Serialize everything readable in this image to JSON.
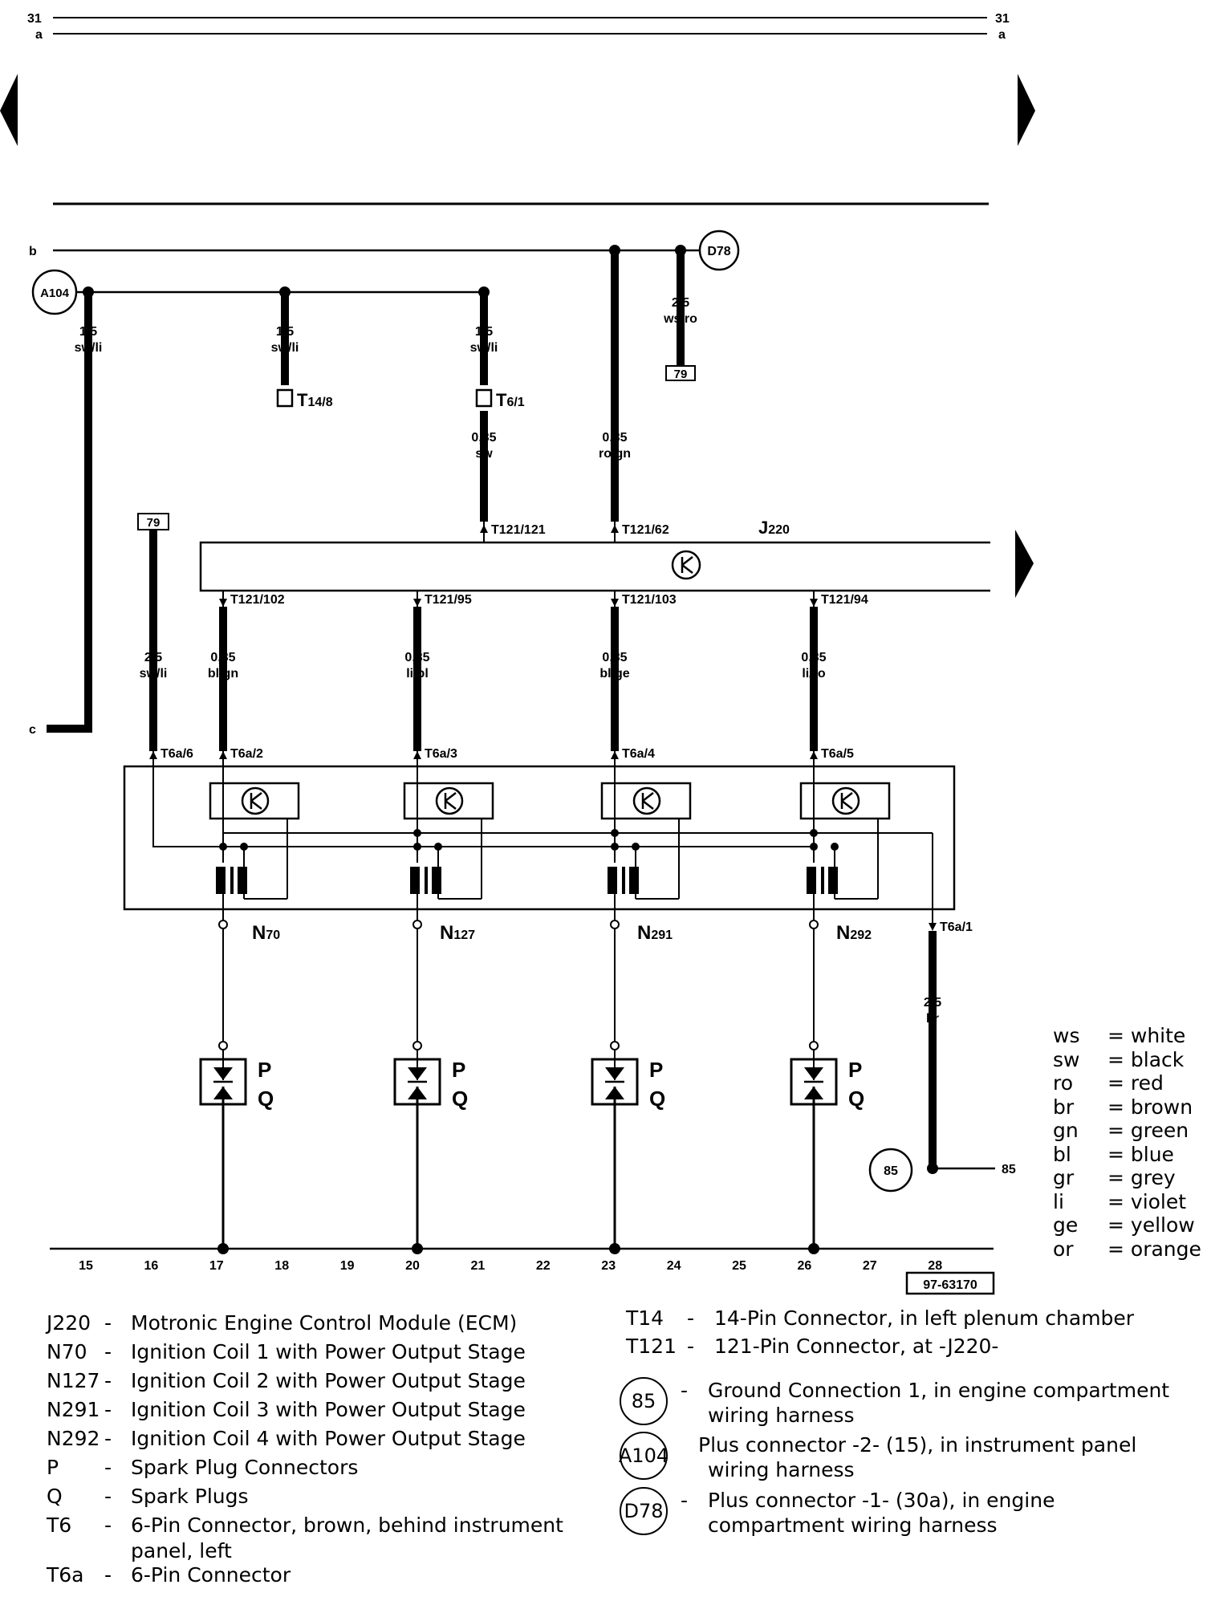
{
  "page_refs": {
    "left_top": "31",
    "left_a": "a",
    "right_top": "31",
    "right_a": "a",
    "b": "b",
    "c": "c"
  },
  "connectors": {
    "A104": "A104",
    "D78": "D78",
    "ground_85": "85",
    "ref_79_top": "79",
    "ref_79_left": "79",
    "ref_85": "85"
  },
  "wires": {
    "a104_1": {
      "size": "1,5",
      "color": "sw/li"
    },
    "a104_2": {
      "size": "1,5",
      "color": "sw/li"
    },
    "a104_3": {
      "size": "1,5",
      "color": "sw/li"
    },
    "d78": {
      "size": "2,5",
      "color": "ws/ro"
    },
    "t61_down": {
      "size": "0,35",
      "color": "sw"
    },
    "b_down": {
      "size": "0,35",
      "color": "ro/gn"
    },
    "ref79_down": {
      "size": "2,5",
      "color": "sw/li"
    },
    "coil1": {
      "size": "0,35",
      "color": "bl/gn"
    },
    "coil2": {
      "size": "0,35",
      "color": "li/bl"
    },
    "coil3": {
      "size": "0,35",
      "color": "bl/ge"
    },
    "coil4": {
      "size": "0,35",
      "color": "li/ro"
    },
    "ground": {
      "size": "2,5",
      "color": "br"
    }
  },
  "pins": {
    "t14_8": {
      "main": "T",
      "sub": "14/8"
    },
    "t6_1": {
      "main": "T",
      "sub": "6/1"
    },
    "t121_121": "T121/121",
    "t121_62": "T121/62",
    "t121_102": "T121/102",
    "t121_95": "T121/95",
    "t121_103": "T121/103",
    "t121_94": "T121/94",
    "t6a_6": "T6a/6",
    "t6a_2": "T6a/2",
    "t6a_3": "T6a/3",
    "t6a_4": "T6a/4",
    "t6a_5": "T6a/5",
    "t6a_1": "T6a/1"
  },
  "components": {
    "j220": {
      "main": "J",
      "sub": "220"
    },
    "n70": {
      "main": "N",
      "sub": "70"
    },
    "n127": {
      "main": "N",
      "sub": "127"
    },
    "n291": {
      "main": "N",
      "sub": "291"
    },
    "n292": {
      "main": "N",
      "sub": "292"
    },
    "plug_p": "P",
    "plug_q": "Q"
  },
  "ground_strip": [
    "15",
    "16",
    "17",
    "18",
    "19",
    "20",
    "21",
    "22",
    "23",
    "24",
    "25",
    "26",
    "27",
    "28"
  ],
  "diagram_id": "97-63170",
  "legend_left": [
    {
      "code": "J220",
      "dash": "-",
      "desc": "Motronic Engine Control Module (ECM)"
    },
    {
      "code": "N70",
      "dash": "-",
      "desc": "Ignition Coil 1 with Power Output Stage"
    },
    {
      "code": "N127",
      "dash": "-",
      "desc": "Ignition Coil 2 with Power Output Stage"
    },
    {
      "code": "N291",
      "dash": "-",
      "desc": "Ignition Coil 3 with Power Output Stage"
    },
    {
      "code": "N292",
      "dash": "-",
      "desc": "Ignition Coil 4 with Power Output Stage"
    },
    {
      "code": "P",
      "dash": "-",
      "desc": "Spark Plug Connectors"
    },
    {
      "code": "Q",
      "dash": "-",
      "desc": "Spark Plugs"
    },
    {
      "code": "T6",
      "dash": "-",
      "desc": "6-Pin Connector, brown, behind instrument",
      "desc2": "panel, left"
    },
    {
      "code": "T6a",
      "dash": "-",
      "desc": "6-Pin Connector"
    }
  ],
  "legend_right": [
    {
      "code": "T14",
      "dash": "-",
      "desc": "14-Pin Connector, in left plenum chamber"
    },
    {
      "code": "T121",
      "dash": "-",
      "desc": "121-Pin Connector, at -J220-"
    }
  ],
  "legend_grounds": [
    {
      "ring": "85",
      "dash": "-",
      "desc": "Ground Connection 1, in engine compartment",
      "desc2": "wiring harness"
    },
    {
      "ring": "A104",
      "dash": "",
      "desc": "Plus connector -2- (15), in instrument panel",
      "desc2": "wiring harness"
    },
    {
      "ring": "D78",
      "dash": "-",
      "desc": "Plus connector -1- (30a), in engine",
      "desc2": "compartment wiring harness"
    }
  ],
  "color_key": [
    {
      "abbr": "ws",
      "name": "= white"
    },
    {
      "abbr": "sw",
      "name": "= black"
    },
    {
      "abbr": "ro",
      "name": "= red"
    },
    {
      "abbr": "br",
      "name": "= brown"
    },
    {
      "abbr": "gn",
      "name": "= green"
    },
    {
      "abbr": "bl",
      "name": "= blue"
    },
    {
      "abbr": "gr",
      "name": "= grey"
    },
    {
      "abbr": "li",
      "name": "= violet"
    },
    {
      "abbr": "ge",
      "name": "= yellow"
    },
    {
      "abbr": "or",
      "name": "= orange"
    }
  ]
}
